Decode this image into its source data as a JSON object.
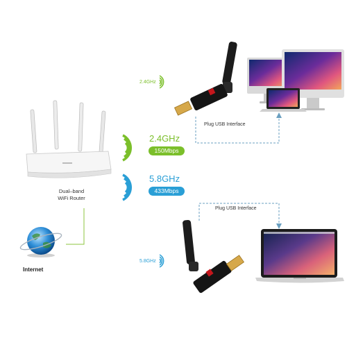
{
  "router": {
    "label_line1": "Dual–band",
    "label_line2": "WiFi Router"
  },
  "internet": {
    "label": "Internet"
  },
  "bands": [
    {
      "freq": "2.4GHz",
      "speed": "150Mbps",
      "color": "#7bbf2a"
    },
    {
      "freq": "5.8GHz",
      "speed": "433Mbps",
      "color": "#2a9fd6"
    }
  ],
  "top_device": {
    "band_label": "2.4GHz",
    "plug_label": "Plug USB Interface"
  },
  "bottom_device": {
    "band_label": "5.8GHz",
    "plug_label": "Plug USB Interface"
  }
}
